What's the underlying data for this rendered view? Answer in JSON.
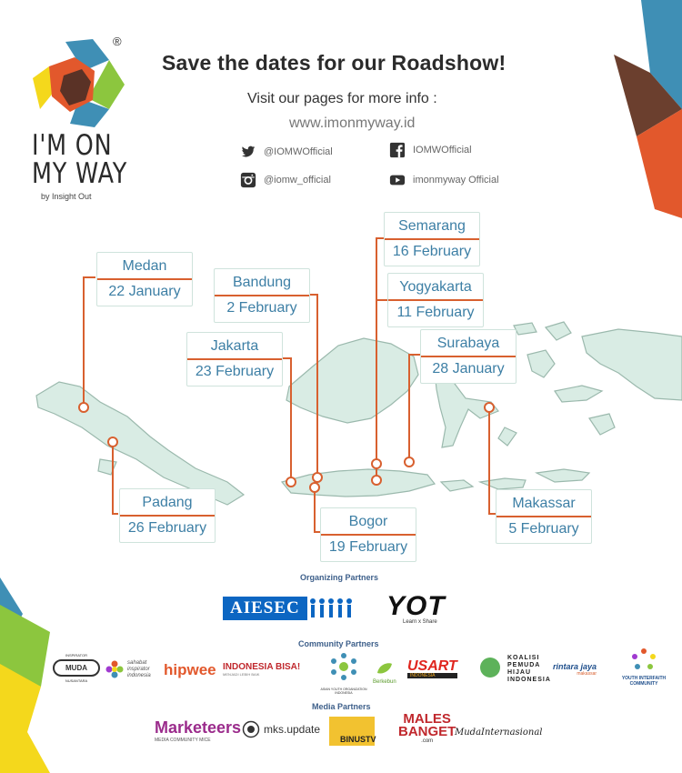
{
  "header": {
    "title": "Save the dates for our Roadshow!",
    "subtitle": "Visit our pages for more info :",
    "website": "www.imonmyway.id"
  },
  "brand": {
    "name_line1": "I'M ON",
    "name_line2": "MY WAY",
    "byline": "by Insight Out",
    "registered_mark": "®"
  },
  "social": {
    "twitter": "@IOMWOfficial",
    "facebook": "IOMWOfficial",
    "instagram": "@iomw_official",
    "youtube": "imonmyway Official"
  },
  "cities": [
    {
      "name": "Medan",
      "date": "22 January"
    },
    {
      "name": "Bandung",
      "date": "2 February"
    },
    {
      "name": "Jakarta",
      "date": "23 February"
    },
    {
      "name": "Semarang",
      "date": "16 February"
    },
    {
      "name": "Yogyakarta",
      "date": "11 February"
    },
    {
      "name": "Surabaya",
      "date": "28 January"
    },
    {
      "name": "Padang",
      "date": "26 February"
    },
    {
      "name": "Bogor",
      "date": "19 February"
    },
    {
      "name": "Makassar",
      "date": "5 February"
    }
  ],
  "partners": {
    "organizing_label": "Organizing Partners",
    "community_label": "Community Partners",
    "media_label": "Media Partners",
    "organizing": {
      "aiesec": "AIESEC",
      "yot": "YOT",
      "yot_tagline": "Learn x Share"
    },
    "community": {
      "muda_top": "INSPIRATOR",
      "muda": "MUDA",
      "muda_bottom": "NUSANTARA",
      "sahabat": "sahabat inspirator indonesia",
      "hipwee": "hipwee",
      "indonesia_bisa": "INDONESIA BISA!",
      "indonesia_bisa_sub": "MENJADI LEBIH BAIK",
      "aseano": "ASIAN YOUTH ORGANIZATION INDONESIA",
      "berkebun": "Berkebun",
      "usart": "USART",
      "usart_sub": "INDONESIA",
      "hijau": "KOALISI PEMUDA HIJAU INDONESIA",
      "rintara": "rintara jaya",
      "rintara_sub": "makassar",
      "youth": "YOUTH INTERFAITH COMMUNITY"
    },
    "media": {
      "marketeers": "Marketeers",
      "marketeers_sub": "MEDIA COMMUNITY MICE",
      "mks": "mks.update",
      "binus": "BINUSTV",
      "males": "MALES",
      "banget": "BANGET",
      "banget_com": ".com",
      "muda_int": "MudaInternasional"
    }
  },
  "colors": {
    "accent_orange": "#d8602f",
    "city_text": "#3d7fa5",
    "map_fill": "#d9ece4",
    "map_stroke": "#9bb9ad",
    "teal": "#3f8fb5",
    "brown": "#6b3f2e",
    "red_orange": "#e2582c",
    "yellow": "#f4d81c",
    "green": "#8cc63e"
  }
}
